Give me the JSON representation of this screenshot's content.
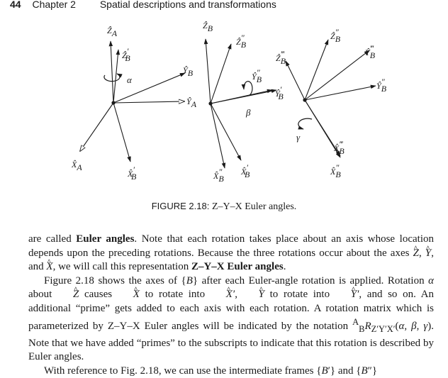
{
  "header": {
    "page_number": "44",
    "chapter": "Chapter 2",
    "title": "Spatial descriptions and transformations"
  },
  "figure": {
    "caption_label": "FIGURE 2.18:",
    "caption_text": "Z–Y–X Euler angles.",
    "angle_labels": {
      "alpha": "α",
      "beta": "β",
      "gamma": "γ"
    },
    "axis_letters": {
      "x": "X̂",
      "y": "Ŷ",
      "z": "Ẑ"
    },
    "subscripts": {
      "A": "A",
      "B": "B"
    },
    "primes": {
      "p1": "′",
      "p2": "″",
      "p3": "‴"
    }
  },
  "body": {
    "p1": [
      {
        "t": "are called "
      },
      {
        "t": "Euler angles",
        "s": "b"
      },
      {
        "t": ". Note that each rotation takes place about an axis whose location depends upon the preceding rotations. Because the three rotations occur about the axes "
      },
      {
        "t": "Z",
        "s": "h"
      },
      {
        "t": ", "
      },
      {
        "t": "Y",
        "s": "h"
      },
      {
        "t": ", and "
      },
      {
        "t": "X",
        "s": "h"
      },
      {
        "t": ", we will call this representation "
      },
      {
        "t": "Z–Y–X Euler angles",
        "s": "b"
      },
      {
        "t": "."
      }
    ],
    "p2": [
      {
        "t": "Figure 2.18 shows the axes of {"
      },
      {
        "t": "B",
        "s": "i"
      },
      {
        "t": "} after each Euler-angle rotation is applied. Rotation "
      },
      {
        "t": "α",
        "s": "i"
      },
      {
        "t": " about "
      },
      {
        "t": "Z",
        "s": "h"
      },
      {
        "t": " causes "
      },
      {
        "t": "X",
        "s": "h"
      },
      {
        "t": " to rotate into "
      },
      {
        "t": "X",
        "s": "h"
      },
      {
        "t": "′",
        "s": "i"
      },
      {
        "t": ", "
      },
      {
        "t": "Y",
        "s": "h"
      },
      {
        "t": " to rotate into "
      },
      {
        "t": "Y",
        "s": "h"
      },
      {
        "t": "′",
        "s": "i"
      },
      {
        "t": ", and so on. An additional “prime” gets added to each axis with each rotation. A rotation matrix which is parameterized by Z–Y–X Euler angles will be indicated by the notation "
      },
      {
        "t": "A",
        "s": "sup"
      },
      {
        "t": "B",
        "s": "sub"
      },
      {
        "t": "R",
        "s": "i"
      },
      {
        "t": "Z′Y′X′",
        "s": "sub"
      },
      {
        "t": "("
      },
      {
        "t": "α",
        "s": "i"
      },
      {
        "t": ", "
      },
      {
        "t": "β",
        "s": "i"
      },
      {
        "t": ", "
      },
      {
        "t": "γ",
        "s": "i"
      },
      {
        "t": "). Note that we have added “primes” to the subscripts to indicate that this rotation is described by Euler angles."
      }
    ],
    "p3": [
      {
        "t": "With reference to Fig. 2.18, we can use the intermediate frames {"
      },
      {
        "t": "B",
        "s": "i"
      },
      {
        "t": "′} and {"
      },
      {
        "t": "B",
        "s": "i"
      },
      {
        "t": "″}"
      }
    ]
  },
  "colors": {
    "ink": "#1a1a1a",
    "background": "#ffffff"
  }
}
